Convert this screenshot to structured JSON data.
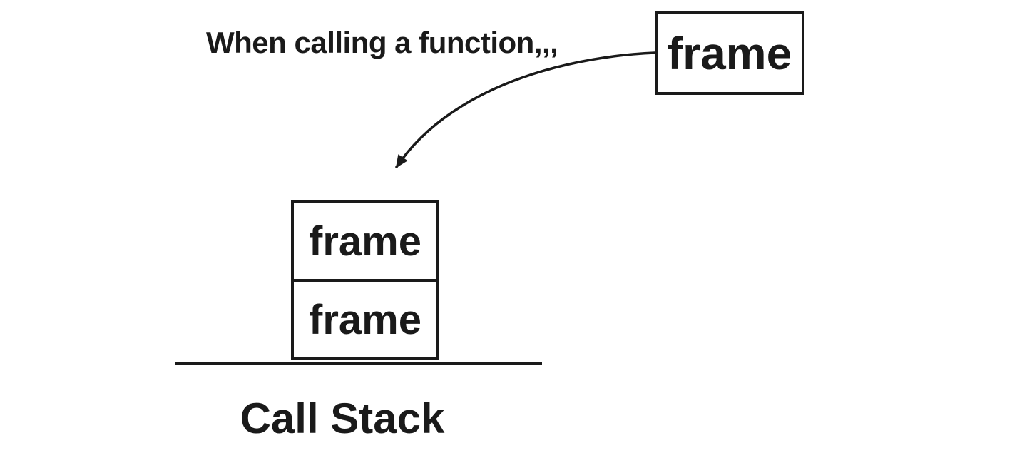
{
  "diagram": {
    "caption": "When calling a function,,,",
    "incoming_frame": {
      "label": "frame"
    },
    "stack": {
      "frames": [
        {
          "label": "frame"
        },
        {
          "label": "frame"
        }
      ],
      "title": "Call Stack"
    },
    "colors": {
      "ink": "#1a1a1a",
      "background": "#ffffff"
    }
  }
}
